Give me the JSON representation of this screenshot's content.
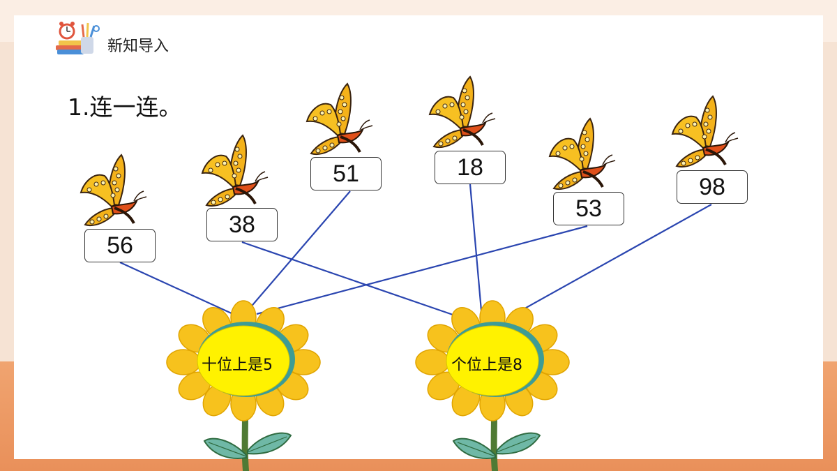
{
  "header": {
    "title": "新知导入",
    "icon": "stationery-books-clock-icon"
  },
  "question": "1.连一连。",
  "numbers": [
    {
      "id": "n56",
      "value": "56"
    },
    {
      "id": "n38",
      "value": "38"
    },
    {
      "id": "n51",
      "value": "51"
    },
    {
      "id": "n18",
      "value": "18"
    },
    {
      "id": "n53",
      "value": "53"
    },
    {
      "id": "n98",
      "value": "98"
    }
  ],
  "flowers": [
    {
      "id": "tens",
      "label": "十位上是5"
    },
    {
      "id": "ones",
      "label": "个位上是8"
    }
  ],
  "connections": [
    {
      "from": "56",
      "to": "十位上是5"
    },
    {
      "from": "51",
      "to": "十位上是5"
    },
    {
      "from": "53",
      "to": "十位上是5"
    },
    {
      "from": "38",
      "to": "个位上是8"
    },
    {
      "from": "18",
      "to": "个位上是8"
    },
    {
      "from": "98",
      "to": "个位上是8"
    }
  ],
  "colors": {
    "line": "#2a45b0",
    "petal": "#f7c21d",
    "petal_edge": "#e0a400",
    "flower_center": "#fff200",
    "flower_ring": "#3d9c95",
    "stem": "#4f7a34",
    "leaf": "#6fb8a6",
    "butterfly": "#f4b21a",
    "accent_bg": "#e9905a"
  }
}
